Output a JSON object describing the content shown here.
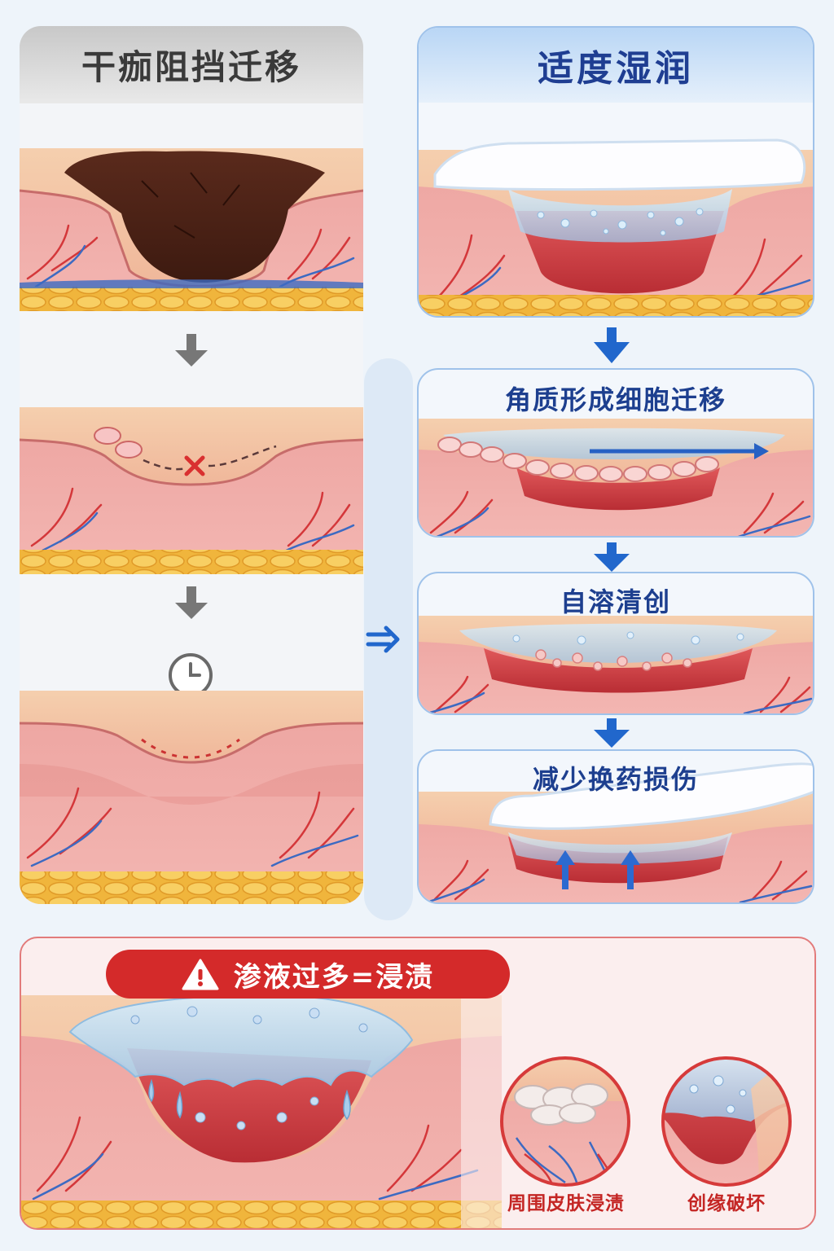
{
  "left_column": {
    "title": "干痂阻挡迁移"
  },
  "right_column": {
    "title": "适度湿润",
    "steps": [
      {
        "title": "角质形成细胞迁移"
      },
      {
        "title": "自溶清创"
      },
      {
        "title": "减少换药损伤"
      }
    ]
  },
  "warning": {
    "title": "渗液过多=浸渍",
    "captions": [
      "周围皮肤浸渍",
      "创缘破坏"
    ]
  },
  "colors": {
    "left_accent": "#6b6b6b",
    "right_accent": "#1f63c9",
    "warning_red": "#cc2b2b"
  }
}
